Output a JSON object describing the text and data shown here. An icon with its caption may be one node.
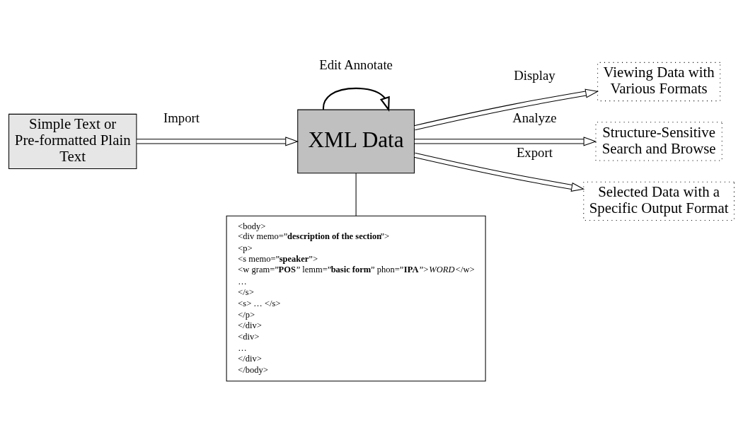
{
  "diagram": {
    "nodes": [
      {
        "text": [
          "Simple Text or Pre-formatted Plain Text"
        ]
      },
      {
        "text": [
          "XML Data"
        ]
      },
      {
        "text": [
          "Viewing Data with Various Formats"
        ]
      },
      {
        "text": [
          "Structure-Sensitive Search and Browse"
        ]
      },
      {
        "text": [
          "Selected Data with a Specific Output Format"
        ]
      },
      {
        "text": [
          "<body>",
          "<div memo=”**description of the section**”>",
          "<p>",
          "<s memo=”**speaker**”>",
          "<w gram=”**POS**” lemm=”**basic form**” phon=”**IPA**”>*WORD*</w>",
          "…",
          "</s>",
          "<s> … </s>",
          "</p>",
          "</div>",
          "<div>",
          "…",
          "</div>",
          "</body>"
        ]
      }
    ],
    "edges": [
      {
        "from": 0,
        "to": 1,
        "arrow": "to",
        "label": "Import"
      },
      {
        "from": 1,
        "to": 1,
        "arrow": "to",
        "label": "Edit Annotate"
      },
      {
        "from": 1,
        "to": 2,
        "arrow": "to",
        "label": "Display"
      },
      {
        "from": 1,
        "to": 3,
        "arrow": "to",
        "label": "Analyze"
      },
      {
        "from": 1,
        "to": 4,
        "arrow": "to",
        "label": "Export"
      },
      {
        "from": 5,
        "to": 1,
        "arrow": "none"
      }
    ]
  }
}
